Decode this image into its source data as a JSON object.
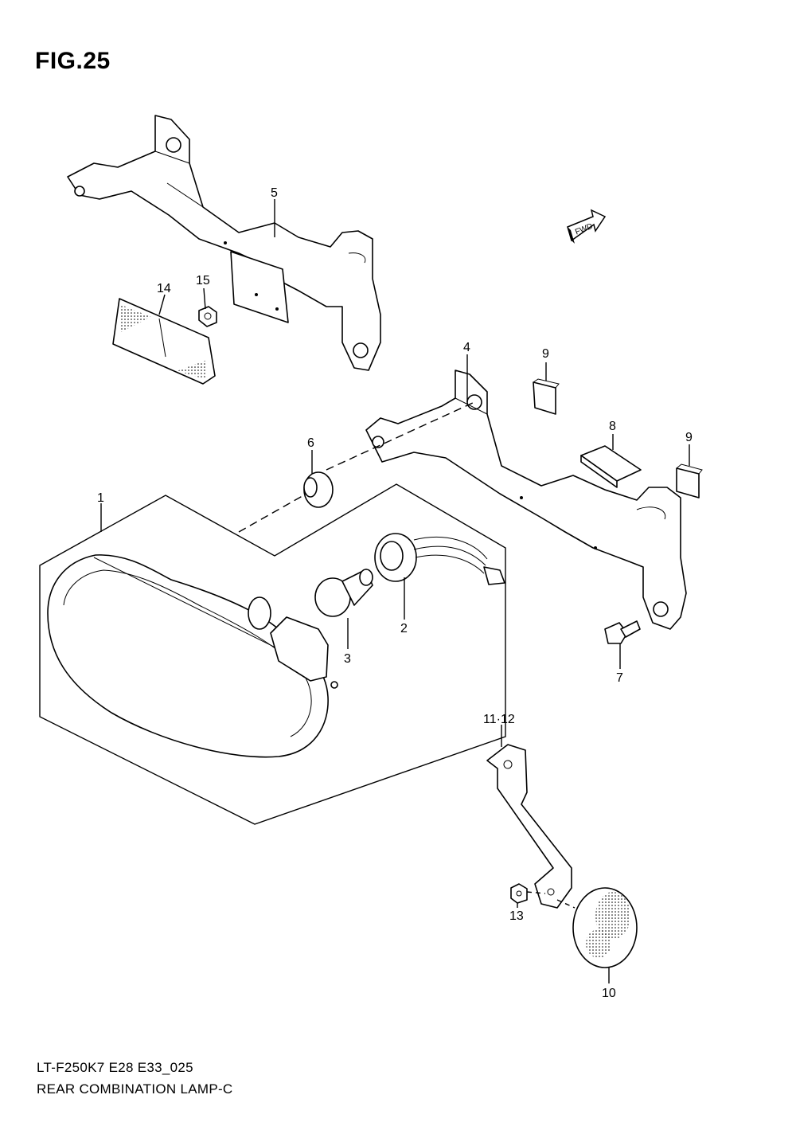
{
  "figure_title": "FIG.25",
  "fwd_label": "FWD",
  "footer": {
    "code": "LT-F250K7 E28 E33_025",
    "name": "REAR COMBINATION LAMP-C"
  },
  "callouts": {
    "p1": "1",
    "p2": "2",
    "p3": "3",
    "p4": "4",
    "p5": "5",
    "p6": "6",
    "p7": "7",
    "p8": "8",
    "p9a": "9",
    "p9b": "9",
    "p10": "10",
    "p11": "11·12",
    "p13": "13",
    "p14": "14",
    "p15": "15"
  },
  "colors": {
    "ink": "#000000",
    "paper": "#ffffff"
  }
}
